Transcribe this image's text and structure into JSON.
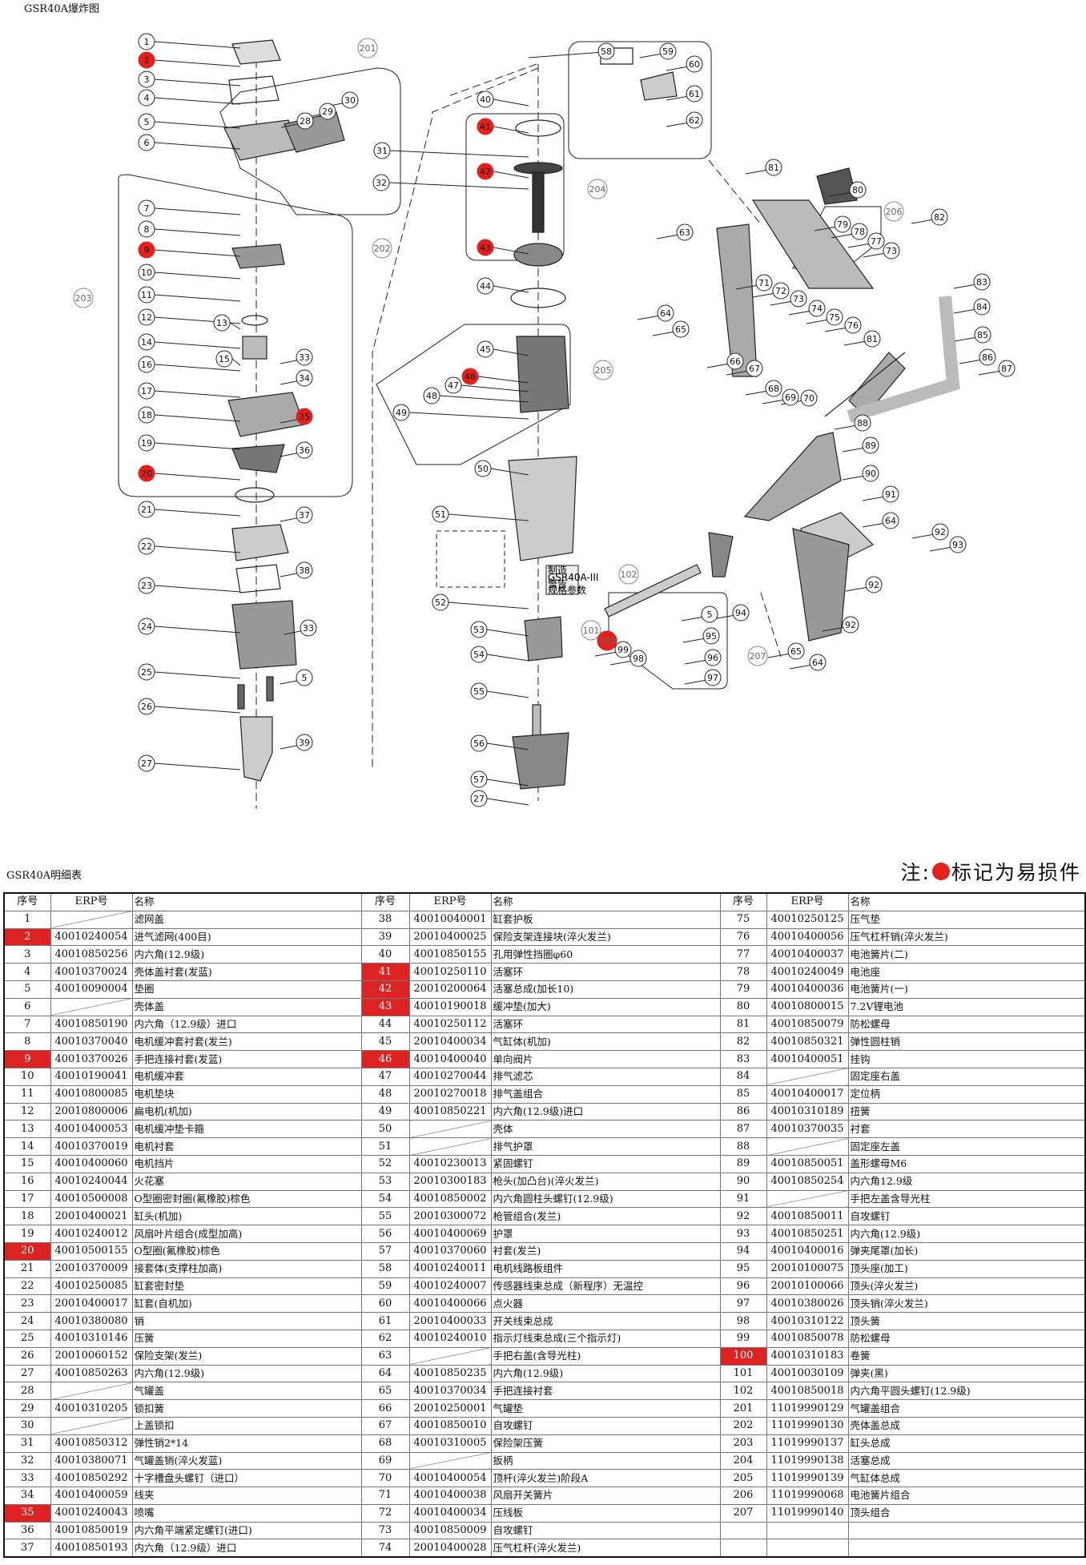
{
  "title_top": "GSR40A爆炸图",
  "title_table": "GSR40A明细表",
  "note": {
    "prefix": "注:",
    "suffix": "标记为易损件",
    "dot_color": "#e3201b"
  },
  "headers": [
    "序号",
    "ERP号",
    "名称"
  ],
  "highlight_color": "#dd2222",
  "callouts": [
    {
      "n": "1"
    },
    {
      "n": "2",
      "red": true
    },
    {
      "n": "3"
    },
    {
      "n": "4"
    },
    {
      "n": "5"
    },
    {
      "n": "6"
    },
    {
      "n": "7"
    },
    {
      "n": "8"
    },
    {
      "n": "9",
      "red": true
    },
    {
      "n": "10"
    },
    {
      "n": "11"
    },
    {
      "n": "12"
    },
    {
      "n": "13"
    },
    {
      "n": "14"
    },
    {
      "n": "15"
    },
    {
      "n": "16"
    },
    {
      "n": "17"
    },
    {
      "n": "18"
    },
    {
      "n": "19"
    },
    {
      "n": "20",
      "red": true
    },
    {
      "n": "21"
    },
    {
      "n": "22"
    },
    {
      "n": "23"
    },
    {
      "n": "24"
    },
    {
      "n": "25"
    },
    {
      "n": "26"
    },
    {
      "n": "27"
    },
    {
      "n": "28"
    },
    {
      "n": "29"
    },
    {
      "n": "30"
    },
    {
      "n": "31"
    },
    {
      "n": "32"
    },
    {
      "n": "33"
    },
    {
      "n": "34"
    },
    {
      "n": "35",
      "red": true
    },
    {
      "n": "36"
    },
    {
      "n": "37"
    },
    {
      "n": "38"
    },
    {
      "n": "33"
    },
    {
      "n": "5"
    },
    {
      "n": "39"
    },
    {
      "n": "201"
    },
    {
      "n": "202"
    },
    {
      "n": "203"
    },
    {
      "n": "40"
    },
    {
      "n": "41",
      "red": true
    },
    {
      "n": "42",
      "red": true
    },
    {
      "n": "204"
    },
    {
      "n": "43",
      "red": true
    },
    {
      "n": "44"
    },
    {
      "n": "45"
    },
    {
      "n": "46",
      "red": true
    },
    {
      "n": "47"
    },
    {
      "n": "48"
    },
    {
      "n": "49"
    },
    {
      "n": "205"
    },
    {
      "n": "50"
    },
    {
      "n": "51"
    },
    {
      "n": "52"
    },
    {
      "n": "53"
    },
    {
      "n": "54"
    },
    {
      "n": "55"
    },
    {
      "n": "56"
    },
    {
      "n": "57"
    },
    {
      "n": "27"
    },
    {
      "n": "58"
    },
    {
      "n": "59"
    },
    {
      "n": "60"
    },
    {
      "n": "61"
    },
    {
      "n": "62"
    },
    {
      "n": "81"
    },
    {
      "n": "80"
    },
    {
      "n": "206"
    },
    {
      "n": "82"
    },
    {
      "n": "63"
    },
    {
      "n": "79"
    },
    {
      "n": "78"
    },
    {
      "n": "77"
    },
    {
      "n": "73"
    },
    {
      "n": "71"
    },
    {
      "n": "72"
    },
    {
      "n": "73"
    },
    {
      "n": "74"
    },
    {
      "n": "75"
    },
    {
      "n": "76"
    },
    {
      "n": "83"
    },
    {
      "n": "84"
    },
    {
      "n": "64"
    },
    {
      "n": "65"
    },
    {
      "n": "81"
    },
    {
      "n": "85"
    },
    {
      "n": "66"
    },
    {
      "n": "67"
    },
    {
      "n": "68"
    },
    {
      "n": "69"
    },
    {
      "n": "70"
    },
    {
      "n": "86"
    },
    {
      "n": "87"
    },
    {
      "n": "88"
    },
    {
      "n": "89"
    },
    {
      "n": "90"
    },
    {
      "n": "91"
    },
    {
      "n": "64"
    },
    {
      "n": "92"
    },
    {
      "n": "93"
    },
    {
      "n": "92"
    },
    {
      "n": "92"
    },
    {
      "n": "65"
    },
    {
      "n": "64"
    },
    {
      "n": "102"
    },
    {
      "n": "94"
    },
    {
      "n": "5"
    },
    {
      "n": "101"
    },
    {
      "n": "100",
      "red": true
    },
    {
      "n": "99"
    },
    {
      "n": "98"
    },
    {
      "n": "95"
    },
    {
      "n": "96"
    },
    {
      "n": "97"
    },
    {
      "n": "207"
    }
  ],
  "label_texts": {
    "l1": "制造",
    "l2": "GSR40A-III",
    "l3": "警告",
    "l4": "规格参数"
  },
  "rows": [
    {
      "a": {
        "n": "1",
        "e": "",
        "nm": "滤网盖"
      },
      "b": {
        "n": "38",
        "e": "40010040001",
        "nm": "缸套护板"
      },
      "c": {
        "n": "75",
        "e": "40010250125",
        "nm": "压气垫"
      }
    },
    {
      "a": {
        "n": "2",
        "e": "40010240054",
        "nm": "进气滤网(400目)",
        "hl": true
      },
      "b": {
        "n": "39",
        "e": "20010400025",
        "nm": "保险支架连接块(淬火发兰)"
      },
      "c": {
        "n": "76",
        "e": "40010400056",
        "nm": "压气杠杆销(淬火发兰)"
      }
    },
    {
      "a": {
        "n": "3",
        "e": "40010850256",
        "nm": "内六角(12.9级)"
      },
      "b": {
        "n": "40",
        "e": "40010850155",
        "nm": "孔用弹性挡圈φ60"
      },
      "c": {
        "n": "77",
        "e": "40010400037",
        "nm": "电池簧片(二)"
      }
    },
    {
      "a": {
        "n": "4",
        "e": "40010370024",
        "nm": "壳体盖衬套(发蓝)"
      },
      "b": {
        "n": "41",
        "e": "40010250110",
        "nm": "活塞环",
        "hl": true
      },
      "c": {
        "n": "78",
        "e": "40010240049",
        "nm": "电池座"
      }
    },
    {
      "a": {
        "n": "5",
        "e": "40010090004",
        "nm": "垫圈"
      },
      "b": {
        "n": "42",
        "e": "20010200064",
        "nm": "活塞总成(加长10)",
        "hl": true
      },
      "c": {
        "n": "79",
        "e": "40010400036",
        "nm": "电池簧片(一)"
      }
    },
    {
      "a": {
        "n": "6",
        "e": "",
        "nm": "壳体盖"
      },
      "b": {
        "n": "43",
        "e": "40010190018",
        "nm": "缓冲垫(加大)",
        "hl": true
      },
      "c": {
        "n": "80",
        "e": "40010800015",
        "nm": "7.2V锂电池"
      }
    },
    {
      "a": {
        "n": "7",
        "e": "40010850190",
        "nm": "内六角（12.9级）进口"
      },
      "b": {
        "n": "44",
        "e": "40010250112",
        "nm": "活塞环"
      },
      "c": {
        "n": "81",
        "e": "40010850079",
        "nm": "防松螺母"
      }
    },
    {
      "a": {
        "n": "8",
        "e": "40010370040",
        "nm": "电机缓冲套衬套(发兰)"
      },
      "b": {
        "n": "45",
        "e": "20010400034",
        "nm": "气缸体(机加)"
      },
      "c": {
        "n": "82",
        "e": "40010850321",
        "nm": "弹性圆柱销"
      }
    },
    {
      "a": {
        "n": "9",
        "e": "40010370026",
        "nm": "手把连接衬套(发蓝)",
        "hl": true
      },
      "b": {
        "n": "46",
        "e": "40010400040",
        "nm": "单向阀片",
        "hl": true
      },
      "c": {
        "n": "83",
        "e": "40010400051",
        "nm": "挂钩"
      }
    },
    {
      "a": {
        "n": "10",
        "e": "40010190041",
        "nm": "电机缓冲套"
      },
      "b": {
        "n": "47",
        "e": "40010270044",
        "nm": "排气滤芯"
      },
      "c": {
        "n": "84",
        "e": "",
        "nm": "固定座右盖"
      }
    },
    {
      "a": {
        "n": "11",
        "e": "40010800085",
        "nm": "电机垫块"
      },
      "b": {
        "n": "48",
        "e": "20010270018",
        "nm": "排气盖组合"
      },
      "c": {
        "n": "85",
        "e": "40010400017",
        "nm": "定位柄"
      }
    },
    {
      "a": {
        "n": "12",
        "e": "20010800006",
        "nm": "扁电机(机加)"
      },
      "b": {
        "n": "49",
        "e": "40010850221",
        "nm": "内六角(12.9级)进口"
      },
      "c": {
        "n": "86",
        "e": "40010310189",
        "nm": "扭簧"
      }
    },
    {
      "a": {
        "n": "13",
        "e": "40010400053",
        "nm": "电机缓冲垫卡箍"
      },
      "b": {
        "n": "50",
        "e": "",
        "nm": "壳体"
      },
      "c": {
        "n": "87",
        "e": "40010370035",
        "nm": "衬套"
      }
    },
    {
      "a": {
        "n": "14",
        "e": "40010370019",
        "nm": "电机衬套"
      },
      "b": {
        "n": "51",
        "e": "",
        "nm": "排气护罩"
      },
      "c": {
        "n": "88",
        "e": "",
        "nm": "固定座左盖"
      }
    },
    {
      "a": {
        "n": "15",
        "e": "40010400060",
        "nm": "电机挡片"
      },
      "b": {
        "n": "52",
        "e": "40010230013",
        "nm": "紧固螺钉"
      },
      "c": {
        "n": "89",
        "e": "40010850051",
        "nm": "盖形螺母M6"
      }
    },
    {
      "a": {
        "n": "16",
        "e": "40010240044",
        "nm": "火花塞"
      },
      "b": {
        "n": "53",
        "e": "20010300183",
        "nm": "枪头(加凸台)(淬火发兰)"
      },
      "c": {
        "n": "90",
        "e": "40010850254",
        "nm": "内六角12.9级"
      }
    },
    {
      "a": {
        "n": "17",
        "e": "40010500008",
        "nm": "O型圈密封圈(氟橡胶)棕色"
      },
      "b": {
        "n": "54",
        "e": "40010850002",
        "nm": "内六角圆柱头螺钉(12.9级)"
      },
      "c": {
        "n": "91",
        "e": "",
        "nm": "手把左盖含导光柱"
      }
    },
    {
      "a": {
        "n": "18",
        "e": "20010400021",
        "nm": "缸头(机加)"
      },
      "b": {
        "n": "55",
        "e": "20010300072",
        "nm": "枪管组合(发兰)"
      },
      "c": {
        "n": "92",
        "e": "40010850011",
        "nm": "自攻螺钉"
      }
    },
    {
      "a": {
        "n": "19",
        "e": "40010240012",
        "nm": "风扇叶片组合(成型加高)"
      },
      "b": {
        "n": "56",
        "e": "40010400069",
        "nm": "护罩"
      },
      "c": {
        "n": "93",
        "e": "40010850251",
        "nm": "内六角(12.9级)"
      }
    },
    {
      "a": {
        "n": "20",
        "e": "40010500155",
        "nm": "O型圈(氟橡胶)棕色",
        "hl": true
      },
      "b": {
        "n": "57",
        "e": "40010370060",
        "nm": "衬套(发兰)"
      },
      "c": {
        "n": "94",
        "e": "40010400016",
        "nm": "弹夹尾罩(加长)"
      }
    },
    {
      "a": {
        "n": "21",
        "e": "20010370009",
        "nm": "接套体(支撑柱加高)"
      },
      "b": {
        "n": "58",
        "e": "40010240011",
        "nm": "电机线路板组件"
      },
      "c": {
        "n": "95",
        "e": "20010100075",
        "nm": "顶头座(加工)"
      }
    },
    {
      "a": {
        "n": "22",
        "e": "40010250085",
        "nm": "缸套密封垫"
      },
      "b": {
        "n": "59",
        "e": "40010240007",
        "nm": "传感器线束总成（新程序）无温控"
      },
      "c": {
        "n": "96",
        "e": "20010100066",
        "nm": "顶头(淬火发兰)"
      }
    },
    {
      "a": {
        "n": "23",
        "e": "20010400017",
        "nm": "缸套(自机加)"
      },
      "b": {
        "n": "60",
        "e": "40010400066",
        "nm": "点火器"
      },
      "c": {
        "n": "97",
        "e": "40010380026",
        "nm": "顶头销(淬火发兰)"
      }
    },
    {
      "a": {
        "n": "24",
        "e": "40010380080",
        "nm": "销"
      },
      "b": {
        "n": "61",
        "e": "20010400033",
        "nm": "开关线束总成"
      },
      "c": {
        "n": "98",
        "e": "40010310122",
        "nm": "顶头簧"
      }
    },
    {
      "a": {
        "n": "25",
        "e": "40010310146",
        "nm": "压簧"
      },
      "b": {
        "n": "62",
        "e": "40010240010",
        "nm": "指示灯线束总成(三个指示灯)"
      },
      "c": {
        "n": "99",
        "e": "40010850078",
        "nm": "防松螺母"
      }
    },
    {
      "a": {
        "n": "26",
        "e": "20010060152",
        "nm": "保险支架(发兰)"
      },
      "b": {
        "n": "63",
        "e": "",
        "nm": "手把右盖(含导光柱)"
      },
      "c": {
        "n": "100",
        "e": "40010310183",
        "nm": "卷簧",
        "hl": true
      }
    },
    {
      "a": {
        "n": "27",
        "e": "40010850263",
        "nm": "内六角(12.9级)"
      },
      "b": {
        "n": "64",
        "e": "40010850235",
        "nm": "内六角(12.9级)"
      },
      "c": {
        "n": "101",
        "e": "40010030109",
        "nm": "弹夹(黑)"
      }
    },
    {
      "a": {
        "n": "28",
        "e": "",
        "nm": "气罐盖"
      },
      "b": {
        "n": "65",
        "e": "40010370034",
        "nm": "手把连接衬套"
      },
      "c": {
        "n": "102",
        "e": "40010850018",
        "nm": "内六角平圆头螺钉(12.9级)"
      }
    },
    {
      "a": {
        "n": "29",
        "e": "40010310205",
        "nm": "锁扣簧"
      },
      "b": {
        "n": "66",
        "e": "20010250001",
        "nm": "气罐垫"
      },
      "c": {
        "n": "201",
        "e": "11019990129",
        "nm": "气罐盖组合"
      }
    },
    {
      "a": {
        "n": "30",
        "e": "",
        "nm": "上盖锁扣"
      },
      "b": {
        "n": "67",
        "e": "40010850010",
        "nm": "自攻螺钉"
      },
      "c": {
        "n": "202",
        "e": "11019990130",
        "nm": "壳体盖总成"
      }
    },
    {
      "a": {
        "n": "31",
        "e": "40010850312",
        "nm": "弹性销2*14"
      },
      "b": {
        "n": "68",
        "e": "40010310005",
        "nm": "保险架压簧"
      },
      "c": {
        "n": "203",
        "e": "11019990137",
        "nm": "缸头总成"
      }
    },
    {
      "a": {
        "n": "32",
        "e": "40010380071",
        "nm": "气罐盖销(淬火发蓝)"
      },
      "b": {
        "n": "69",
        "e": "",
        "nm": "扳柄"
      },
      "c": {
        "n": "204",
        "e": "11019990138",
        "nm": "活塞总成"
      }
    },
    {
      "a": {
        "n": "33",
        "e": "40010850292",
        "nm": "十字槽盘头螺钉（进口）"
      },
      "b": {
        "n": "70",
        "e": "40010400054",
        "nm": "顶杆(淬火发兰)阶段A"
      },
      "c": {
        "n": "205",
        "e": "11019990139",
        "nm": "气缸体总成"
      }
    },
    {
      "a": {
        "n": "34",
        "e": "40010400059",
        "nm": "线夹"
      },
      "b": {
        "n": "71",
        "e": "40010400038",
        "nm": "风扇开关簧片"
      },
      "c": {
        "n": "206",
        "e": "11019990068",
        "nm": "电池簧片组合"
      }
    },
    {
      "a": {
        "n": "35",
        "e": "40010240043",
        "nm": "喷嘴",
        "hl": true
      },
      "b": {
        "n": "72",
        "e": "40010400034",
        "nm": "压线板"
      },
      "c": {
        "n": "207",
        "e": "11019990140",
        "nm": "顶头组合"
      }
    },
    {
      "a": {
        "n": "36",
        "e": "40010850019",
        "nm": "内六角平端紧定螺钉(进口)"
      },
      "b": {
        "n": "73",
        "e": "40010850009",
        "nm": "自攻螺钉"
      },
      "c": {
        "n": "",
        "e": "",
        "nm": ""
      }
    },
    {
      "a": {
        "n": "37",
        "e": "40010850193",
        "nm": "内六角（12.9级）进口"
      },
      "b": {
        "n": "74",
        "e": "20010400028",
        "nm": "压气杠杆(淬火发兰)"
      },
      "c": {
        "n": "",
        "e": "",
        "nm": ""
      }
    }
  ]
}
